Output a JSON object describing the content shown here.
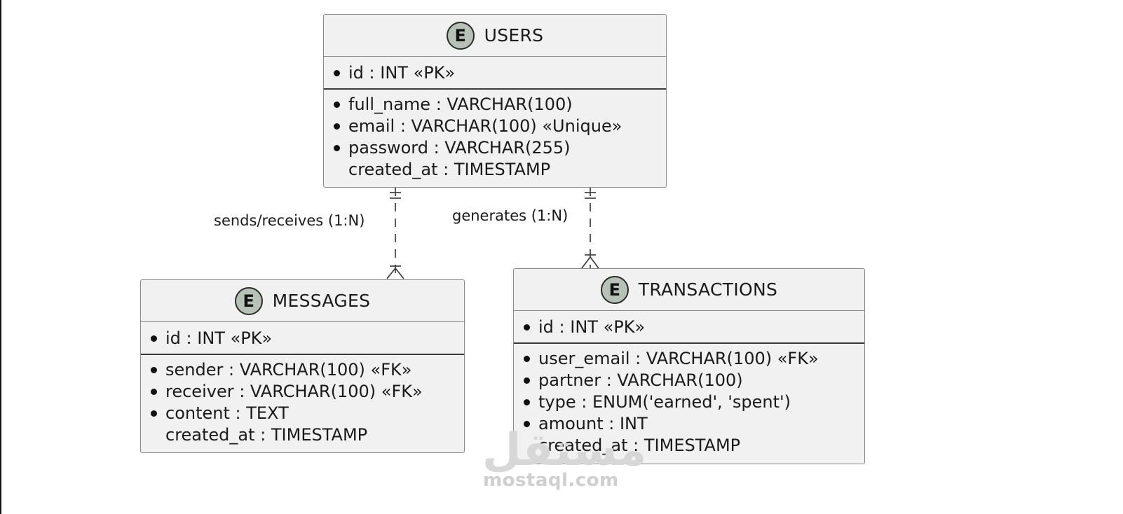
{
  "entities": {
    "users": {
      "icon": "entity-icon",
      "icon_letter": "E",
      "name": "USERS",
      "pk": [
        "id : INT «PK»"
      ],
      "attrs": [
        {
          "text": "full_name : VARCHAR(100)",
          "mandatory": true
        },
        {
          "text": "email : VARCHAR(100) «Unique»",
          "mandatory": true
        },
        {
          "text": "password : VARCHAR(255)",
          "mandatory": true
        },
        {
          "text": "created_at : TIMESTAMP",
          "mandatory": false
        }
      ]
    },
    "messages": {
      "icon": "entity-icon",
      "icon_letter": "E",
      "name": "MESSAGES",
      "pk": [
        "id : INT «PK»"
      ],
      "attrs": [
        {
          "text": "sender : VARCHAR(100) «FK»",
          "mandatory": true
        },
        {
          "text": "receiver : VARCHAR(100) «FK»",
          "mandatory": true
        },
        {
          "text": "content : TEXT",
          "mandatory": true
        },
        {
          "text": "created_at : TIMESTAMP",
          "mandatory": false
        }
      ]
    },
    "transactions": {
      "icon": "entity-icon",
      "icon_letter": "E",
      "name": "TRANSACTIONS",
      "pk": [
        "id : INT «PK»"
      ],
      "attrs": [
        {
          "text": "user_email : VARCHAR(100) «FK»",
          "mandatory": true
        },
        {
          "text": "partner : VARCHAR(100)",
          "mandatory": true
        },
        {
          "text": "type : ENUM('earned', 'spent')",
          "mandatory": true
        },
        {
          "text": "amount : INT",
          "mandatory": true
        },
        {
          "text": "created_at : TIMESTAMP",
          "mandatory": false
        }
      ]
    }
  },
  "relationships": [
    {
      "label": "sends/receives (1:N)",
      "from": "USERS",
      "to": "MESSAGES",
      "cardinality": "one-to-many"
    },
    {
      "label": "generates (1:N)",
      "from": "USERS",
      "to": "TRANSACTIONS",
      "cardinality": "one-to-many"
    }
  ],
  "watermark": {
    "arabic": "مستقل",
    "latin": "mostaql.com"
  },
  "colors": {
    "entity_fill": "#f1f1f1",
    "entity_border": "#8a8a8a",
    "icon_fill": "#b7c2b7",
    "line": "#333333"
  }
}
